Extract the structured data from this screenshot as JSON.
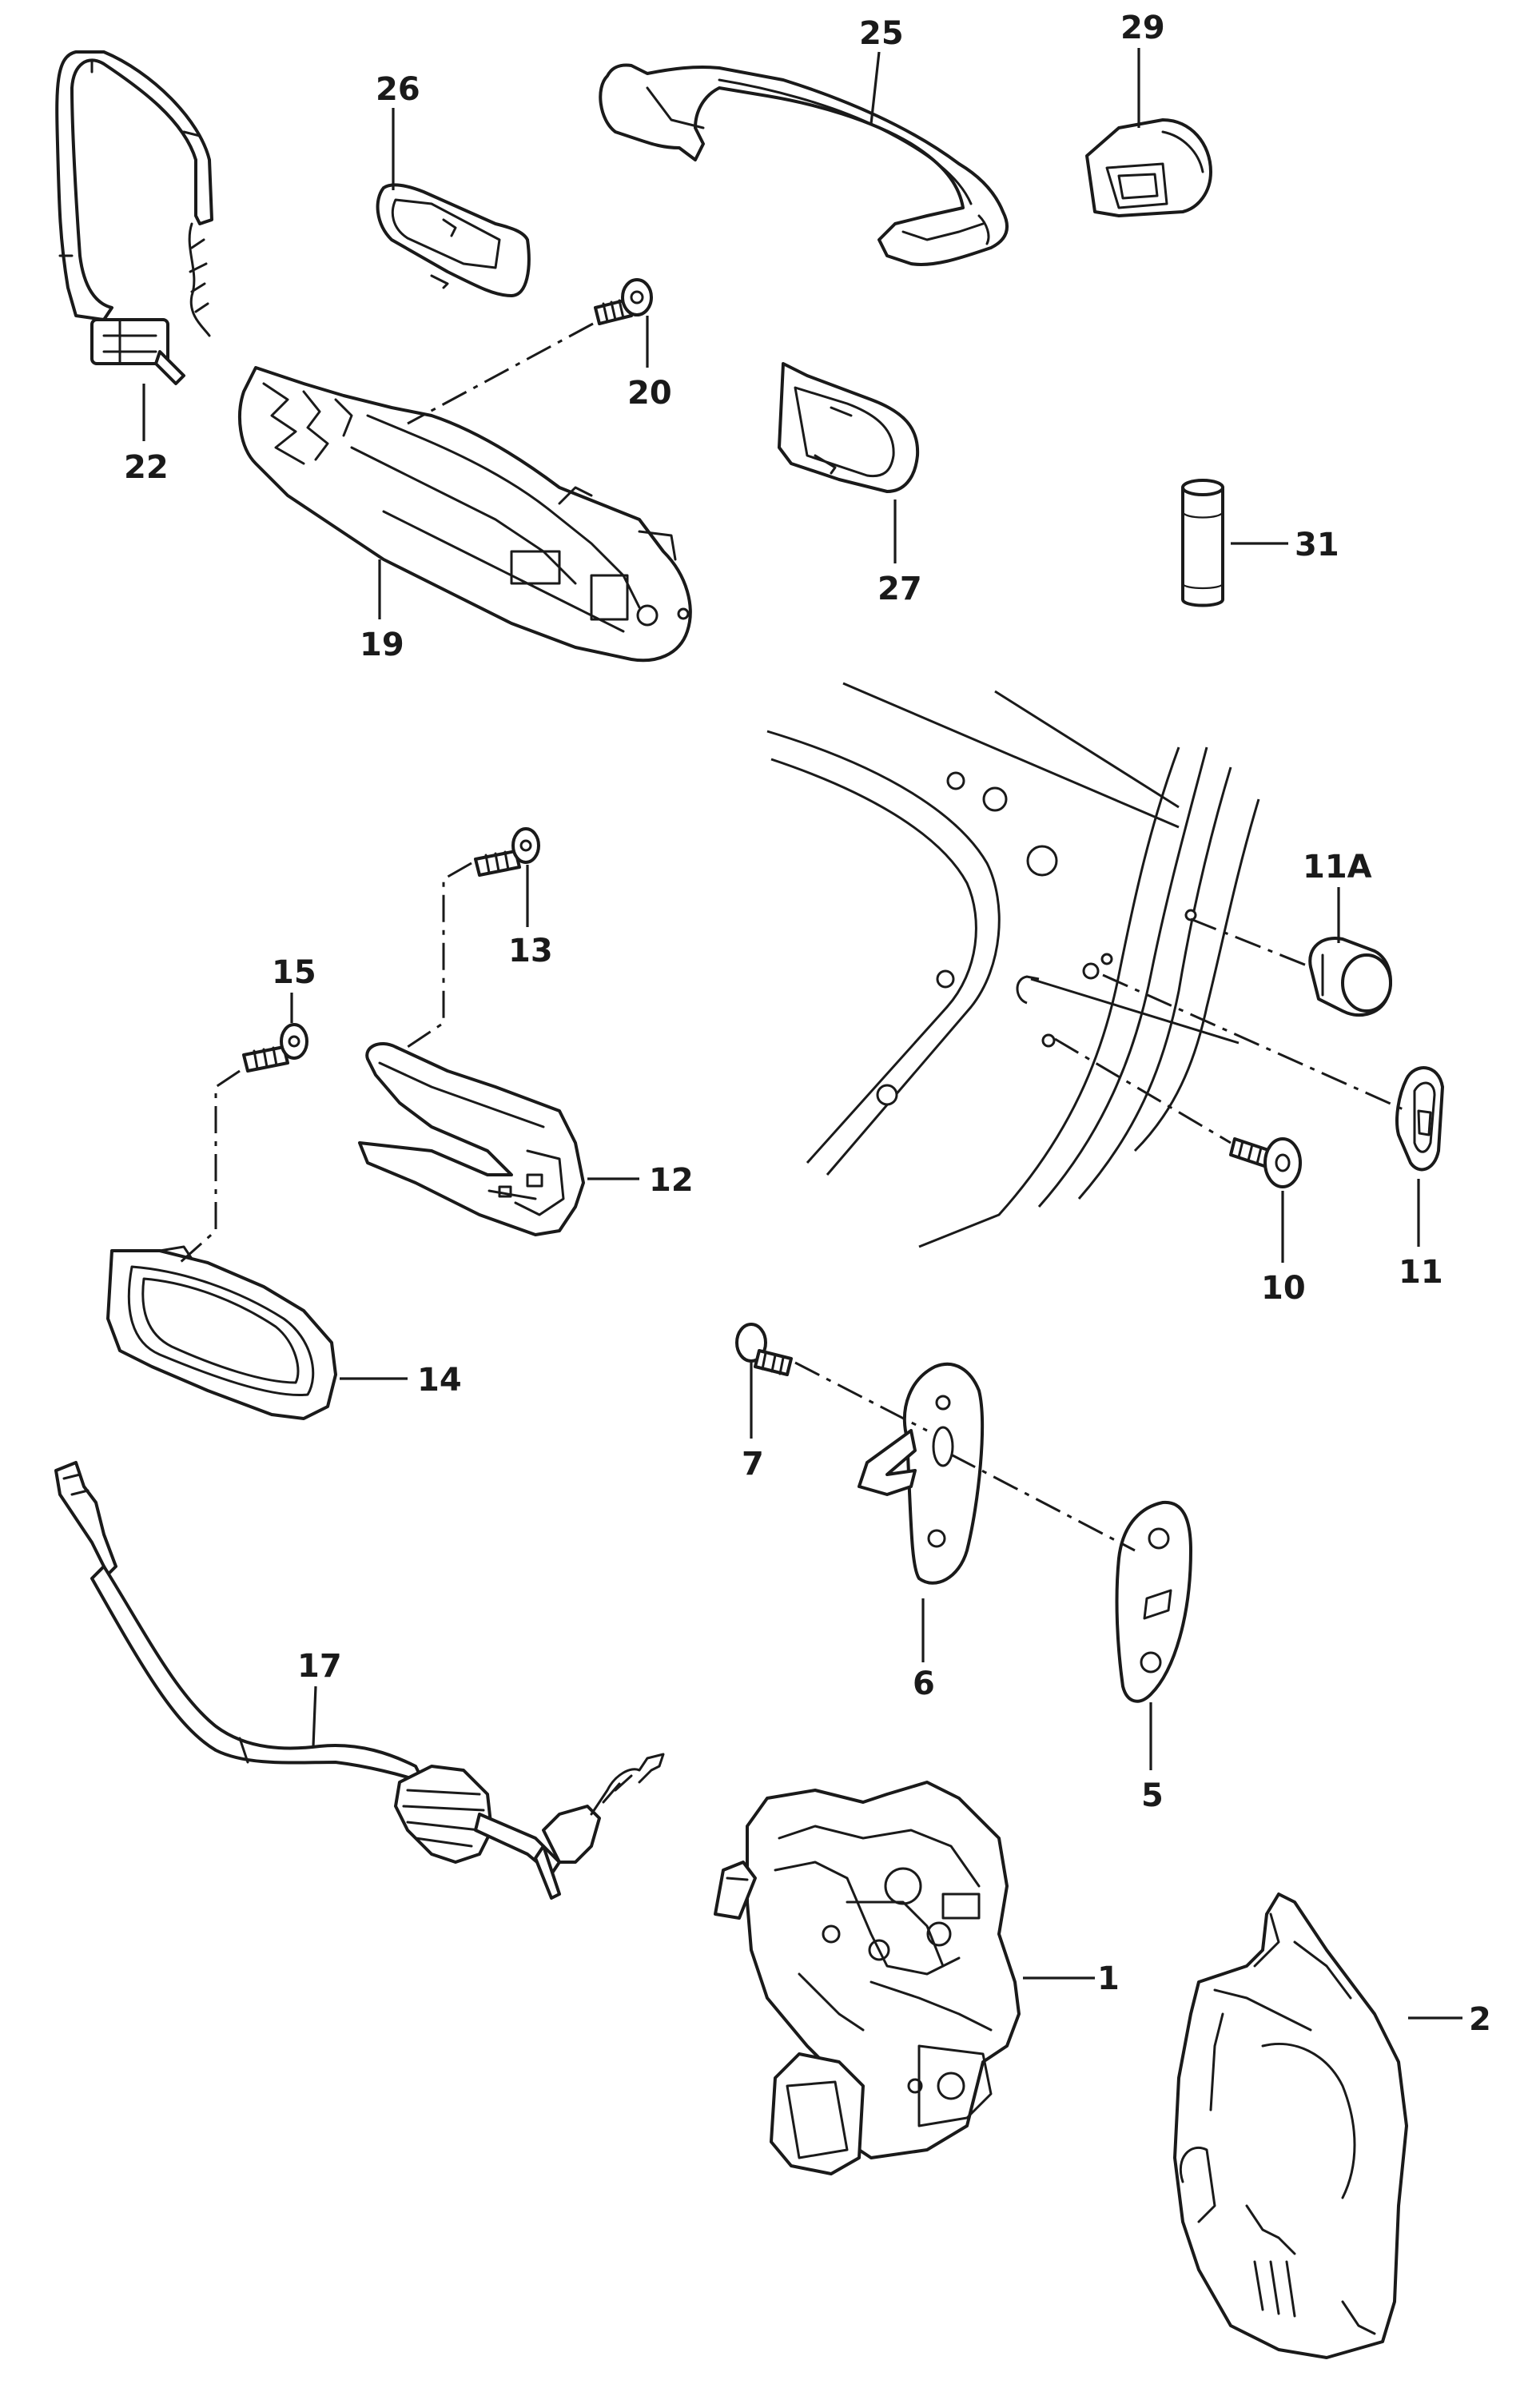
{
  "callouts": [
    {
      "id": "1",
      "text": "1"
    },
    {
      "id": "2",
      "text": "2"
    },
    {
      "id": "5",
      "text": "5"
    },
    {
      "id": "6",
      "text": "6"
    },
    {
      "id": "7",
      "text": "7"
    },
    {
      "id": "10",
      "text": "10"
    },
    {
      "id": "11",
      "text": "11"
    },
    {
      "id": "11A",
      "text": "11A"
    },
    {
      "id": "12",
      "text": "12"
    },
    {
      "id": "13",
      "text": "13"
    },
    {
      "id": "14",
      "text": "14"
    },
    {
      "id": "15",
      "text": "15"
    },
    {
      "id": "17",
      "text": "17"
    },
    {
      "id": "19",
      "text": "19"
    },
    {
      "id": "20",
      "text": "20"
    },
    {
      "id": "22",
      "text": "22"
    },
    {
      "id": "25",
      "text": "25"
    },
    {
      "id": "26",
      "text": "26"
    },
    {
      "id": "27",
      "text": "27"
    },
    {
      "id": "29",
      "text": "29"
    },
    {
      "id": "31",
      "text": "31"
    }
  ]
}
